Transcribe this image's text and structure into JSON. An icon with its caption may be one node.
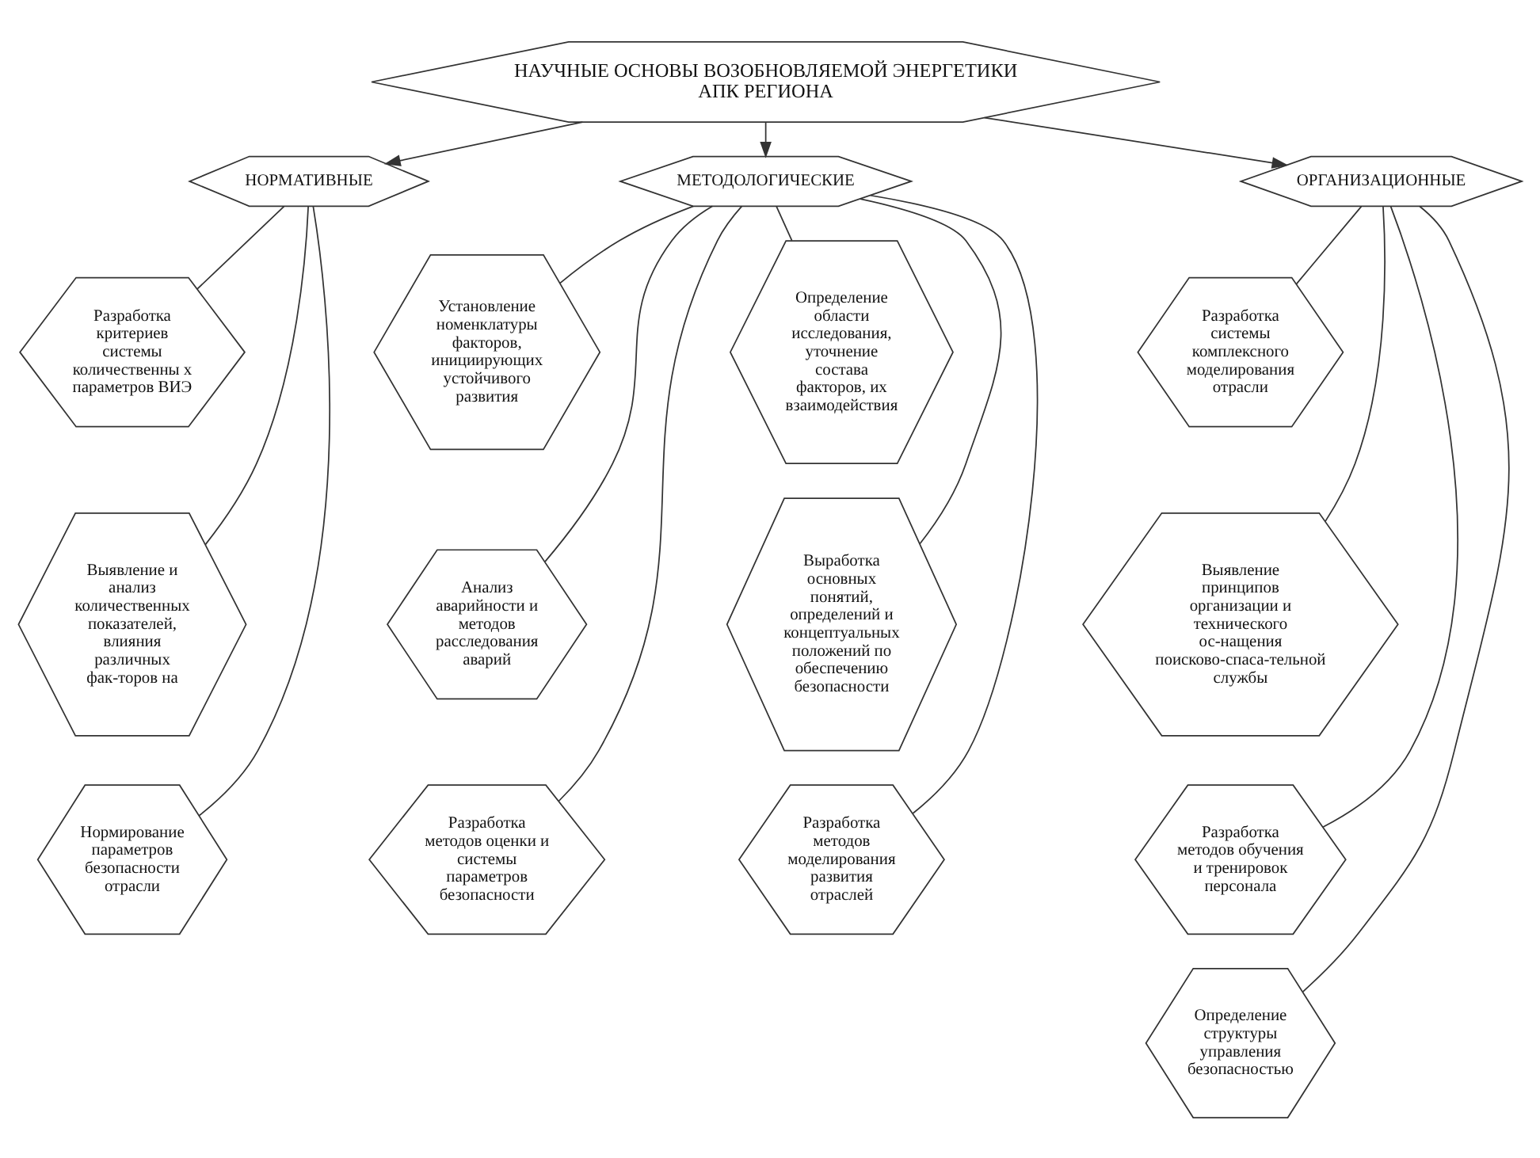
{
  "diagram": {
    "nodes": [
      {
        "text": [
          "НАУЧНЫЕ ОСНОВЫ ВОЗОБНОВЛЯЕМОЙ ЭНЕРГЕТИКИ АПК РЕГИОНА"
        ]
      },
      {
        "text": [
          "НОРМАТИВНЫЕ"
        ]
      },
      {
        "text": [
          "МЕТОДОЛОГИЧЕСКИЕ"
        ]
      },
      {
        "text": [
          "ОРГАНИЗАЦИОННЫЕ"
        ]
      },
      {
        "text": [
          "Разработка критериев системы количественны х параметров ВИЭ"
        ]
      },
      {
        "text": [
          "Выявление и анализ количественных показателей, влияния различных фак-торов на"
        ]
      },
      {
        "text": [
          "Нормирование параметров безопасности отрасли"
        ]
      },
      {
        "text": [
          "Установление номенклатуры факторов, инициирующих устойчивого развития"
        ]
      },
      {
        "text": [
          "Анализ аварийности и методов расследования аварий"
        ]
      },
      {
        "text": [
          "Разработка методов оценки и системы параметров безопасности"
        ]
      },
      {
        "text": [
          "Определение области исследования, уточнение состава факторов, их взаимодействия"
        ]
      },
      {
        "text": [
          "Выработка основных понятий, определений и концептуальных положений по обеспечению безопасности"
        ]
      },
      {
        "text": [
          "Разработка методов моделирования развития отраслей"
        ]
      },
      {
        "text": [
          "Разработка системы комплексного моделирования отрасли"
        ]
      },
      {
        "text": [
          "Выявление принципов организации и технического ос-нащения поисково-спаса-тельной службы"
        ]
      },
      {
        "text": [
          "Разработка методов обучения и тренировок персонала"
        ]
      },
      {
        "text": [
          "Определение структуры управления безопасностью"
        ]
      }
    ],
    "edges": [
      {
        "from": 0,
        "to": 1,
        "arrow": "to"
      },
      {
        "from": 0,
        "to": 2,
        "arrow": "to"
      },
      {
        "from": 0,
        "to": 3,
        "arrow": "to"
      },
      {
        "from": 1,
        "to": 4,
        "arrow": "none"
      },
      {
        "from": 1,
        "to": 5,
        "arrow": "none"
      },
      {
        "from": 1,
        "to": 6,
        "arrow": "none"
      },
      {
        "from": 2,
        "to": 7,
        "arrow": "none"
      },
      {
        "from": 2,
        "to": 8,
        "arrow": "none"
      },
      {
        "from": 2,
        "to": 9,
        "arrow": "none"
      },
      {
        "from": 2,
        "to": 10,
        "arrow": "none"
      },
      {
        "from": 2,
        "to": 11,
        "arrow": "none"
      },
      {
        "from": 2,
        "to": 12,
        "arrow": "none"
      },
      {
        "from": 3,
        "to": 13,
        "arrow": "none"
      },
      {
        "from": 3,
        "to": 14,
        "arrow": "none"
      },
      {
        "from": 3,
        "to": 15,
        "arrow": "none"
      },
      {
        "from": 3,
        "to": 16,
        "arrow": "none"
      }
    ]
  }
}
